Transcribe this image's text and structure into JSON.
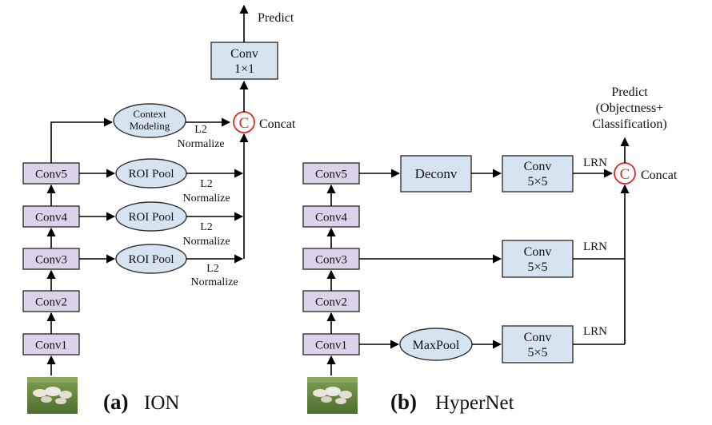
{
  "ion": {
    "caption_letter": "(a)",
    "caption_name": "ION",
    "conv_layers": [
      "Conv1",
      "Conv2",
      "Conv3",
      "Conv4",
      "Conv5"
    ],
    "roi_pool": "ROI Pool",
    "context_line1": "Context",
    "context_line2": "Modeling",
    "l2_line1": "L2",
    "l2_line2": "Normalize",
    "concat_symbol": "C",
    "concat_label": "Concat",
    "conv_top_line1": "Conv",
    "conv_top_line2": "1×1",
    "predict": "Predict"
  },
  "hypernet": {
    "caption_letter": "(b)",
    "caption_name": "HyperNet",
    "conv_layers": [
      "Conv1",
      "Conv2",
      "Conv3",
      "Conv4",
      "Conv5"
    ],
    "deconv": "Deconv",
    "maxpool": "MaxPool",
    "conv5x5_line1": "Conv",
    "conv5x5_line2": "5×5",
    "lrn": "LRN",
    "concat_symbol": "C",
    "concat_label": "Concat",
    "predict_line1": "Predict",
    "predict_line2": "(Objectness+",
    "predict_line3": "Classification)"
  },
  "colors": {
    "conv_layer_fill": "#dcd3ea",
    "module_fill": "#d6e4f2",
    "concat_red": "#d62e26"
  },
  "icons": {
    "input_image": "sheep-image-icon"
  }
}
